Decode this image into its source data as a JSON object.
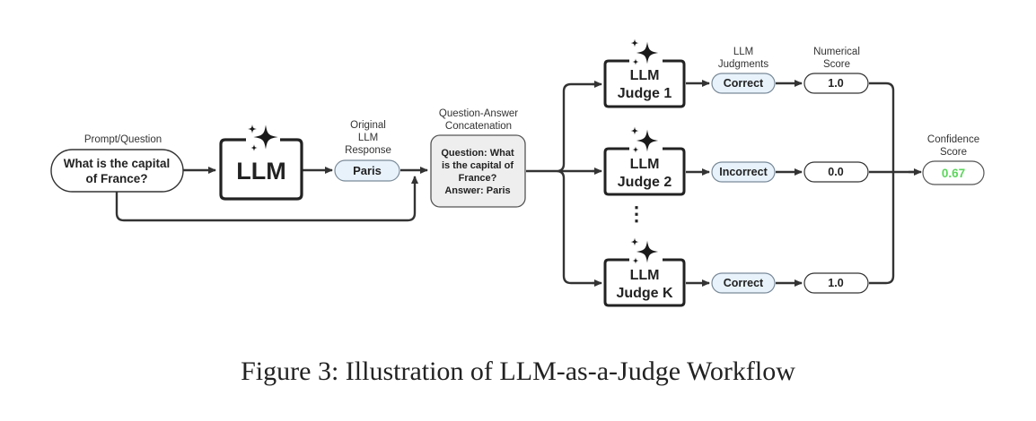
{
  "labels": {
    "prompt": "Prompt/Question",
    "original_response": [
      "Original",
      "LLM",
      "Response"
    ],
    "qa_concat": [
      "Question-Answer",
      "Concatenation"
    ],
    "judgments": [
      "LLM",
      "Judgments"
    ],
    "numerical": [
      "Numerical",
      "Score"
    ],
    "confidence": [
      "Confidence",
      "Score"
    ]
  },
  "question": [
    "What is the capital",
    "of France?"
  ],
  "llm": "LLM",
  "response": "Paris",
  "concat": [
    "Question: What",
    "is the capital of",
    "France?",
    "Answer: Paris"
  ],
  "judges": [
    {
      "line1": "LLM",
      "line2": "Judge 1",
      "judgment": "Correct",
      "score": "1.0"
    },
    {
      "line1": "LLM",
      "line2": "Judge 2",
      "judgment": "Incorrect",
      "score": "0.0"
    },
    {
      "line1": "LLM",
      "line2": "Judge K",
      "judgment": "Correct",
      "score": "1.0"
    }
  ],
  "ellipsis": "⋮",
  "confidence_score": "0.67",
  "colors": {
    "pill_fill": "#e8f2fb",
    "concat_fill": "#eeeeee",
    "confidence_text": "#5cd65c",
    "stroke": "#222222"
  },
  "caption": "Figure 3: Illustration of LLM-as-a-Judge Workflow"
}
